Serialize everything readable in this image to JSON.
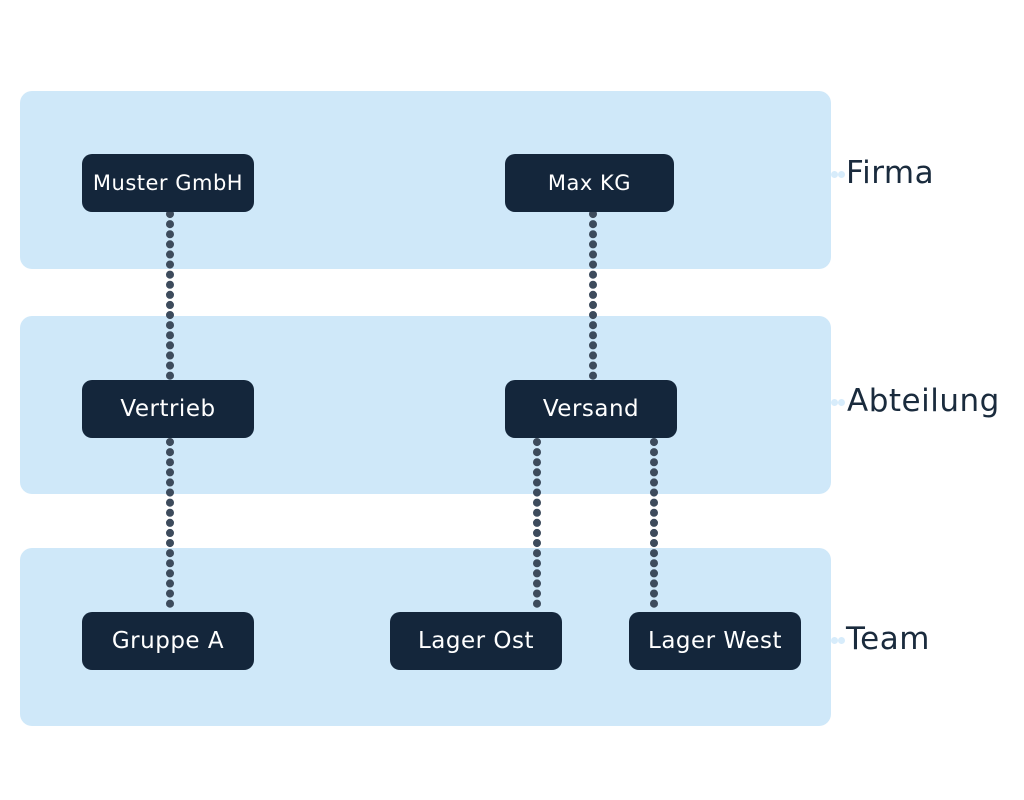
{
  "levels": {
    "firma": "Firma",
    "abteilung": "Abteilung",
    "team": "Team"
  },
  "nodes": {
    "muster_gmbh": "Muster GmbH",
    "max_kg": "Max KG",
    "vertrieb": "Vertrieb",
    "versand": "Versand",
    "gruppe_a": "Gruppe A",
    "lager_ost": "Lager Ost",
    "lager_west": "Lager West"
  },
  "colors": {
    "band": "#cfe8f9",
    "node": "#14263b",
    "node_text": "#ffffff",
    "connector": "#3d4b5c",
    "label": "#1a2b3d"
  },
  "edges": [
    {
      "from": "Muster GmbH",
      "to": "Vertrieb"
    },
    {
      "from": "Vertrieb",
      "to": "Gruppe A"
    },
    {
      "from": "Max KG",
      "to": "Versand"
    },
    {
      "from": "Versand",
      "to": "Lager Ost"
    },
    {
      "from": "Versand",
      "to": "Lager West"
    }
  ]
}
